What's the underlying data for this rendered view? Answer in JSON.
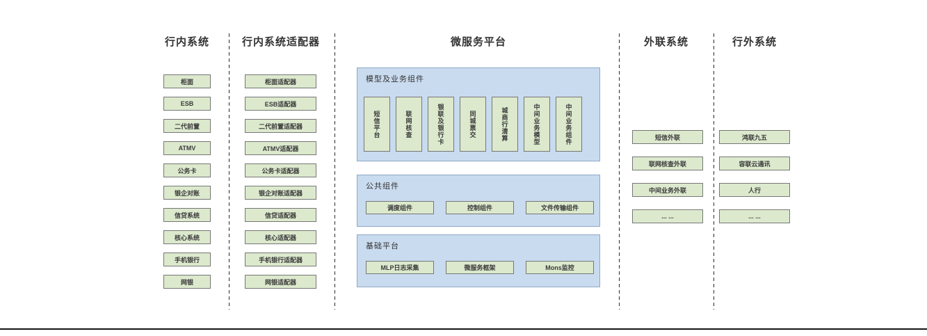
{
  "diagram": {
    "columns": [
      {
        "id": "internal-systems",
        "title": "行内系统",
        "items": [
          "柜面",
          "ESB",
          "二代前置",
          "ATMV",
          "公务卡",
          "银企对账",
          "信贷系统",
          "核心系统",
          "手机银行",
          "网银"
        ]
      },
      {
        "id": "internal-system-adapters",
        "title": "行内系统适配器",
        "items": [
          "柜面适配器",
          "ESB适配器",
          "二代前置适配器",
          "ATMV适配器",
          "公务卡适配器",
          "银企对账适配器",
          "信贷适配器",
          "核心适配器",
          "手机银行适配器",
          "网银适配器"
        ]
      },
      {
        "id": "microservice-platform",
        "title": "微服务平台",
        "panels": [
          {
            "label": "模型及业务组件",
            "items": [
              "短信平台",
              "联网核查",
              "银联及银行卡",
              "同城票交",
              "城商行清算",
              "中间业务模型",
              "中间业务组件"
            ]
          },
          {
            "label": "公共组件",
            "items": [
              "调度组件",
              "控制组件",
              "文件传输组件"
            ]
          },
          {
            "label": "基础平台",
            "items": [
              "MLP日志采集",
              "微服务框架",
              "Mons监控"
            ]
          }
        ]
      },
      {
        "id": "outreach-systems",
        "title": "外联系统",
        "items": [
          "短信外联",
          "联网核查外联",
          "中间业务外联",
          "... ..."
        ]
      },
      {
        "id": "external-systems",
        "title": "行外系统",
        "items": [
          "鸿联九五",
          "容联云通讯",
          "人行",
          "... ..."
        ]
      }
    ],
    "colors": {
      "box_fill": "#dce9cd",
      "box_border": "#767676",
      "panel_fill": "#c9dbef",
      "panel_border": "#8ca9c6",
      "text": "#3a3a3a",
      "divider": "#2b2b2b"
    }
  }
}
